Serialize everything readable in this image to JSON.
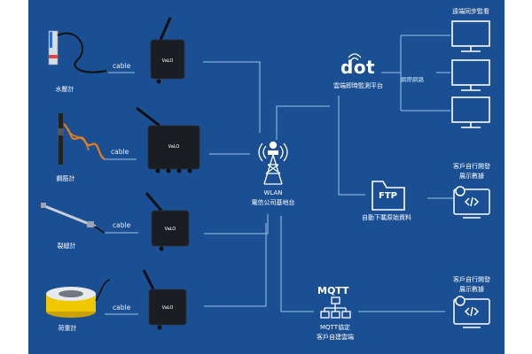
{
  "sensors": [
    {
      "label": "水壓計"
    },
    {
      "label": "鋼筋計"
    },
    {
      "label": "裂縫計"
    },
    {
      "label": "荷重計"
    }
  ],
  "cable_label": "cable",
  "logger_brand": "VaLO",
  "tower": {
    "line1": "WLAN",
    "line2": "電信公司基地台"
  },
  "cloud": {
    "logo": "dot",
    "label": "雲端即時監測平台"
  },
  "network_label": "網際網路",
  "remote": {
    "label": "遠端同步監看"
  },
  "ftp": {
    "logo": "FTP",
    "label": "自動下載原始資料"
  },
  "mqtt": {
    "logo": "MQTT",
    "line1": "MQTT協定",
    "line2": "客戶自建雲端"
  },
  "client1": {
    "line1": "客戶自行開發",
    "line2": "展示數據"
  },
  "client2": {
    "line1": "客戶自行開發",
    "line2": "展示數據"
  },
  "colors": {
    "background": "#1b4f93",
    "line": "#9cc3e6",
    "device": "#1a1d22"
  }
}
